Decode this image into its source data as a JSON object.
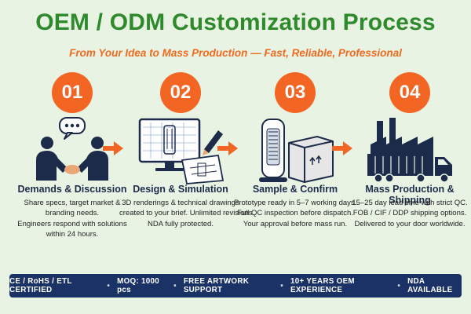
{
  "header": {
    "title": "OEM / ODM Customization Process",
    "subtitle": "From Your Idea to Mass Production — Fast, Reliable, Professional"
  },
  "colors": {
    "title_green": "#2f8a2c",
    "accent_orange": "#f26522",
    "navy": "#1a3266",
    "background": "#e9f3e4"
  },
  "steps": [
    {
      "number": "01",
      "title": "Demands & Discussion",
      "icon": "handshake-chat-icon",
      "lines": [
        "Share specs, target market &",
        "branding needs.",
        "Engineers respond with solutions",
        "within 24 hours."
      ]
    },
    {
      "number": "02",
      "title": "Design & Simulation",
      "icon": "monitor-blueprint-icon",
      "lines": [
        "3D renderings & technical drawings",
        "created to your brief. Unlimited revisions.",
        "NDA fully protected."
      ]
    },
    {
      "number": "03",
      "title": "Sample & Confirm",
      "icon": "heater-box-icon",
      "lines": [
        "Prototype ready in 5–7 working days.",
        "Full QC inspection before dispatch.",
        "Your approval before mass run."
      ]
    },
    {
      "number": "04",
      "title": "Mass Production & Shipping",
      "icon": "factory-truck-icon",
      "lines": [
        "15–25 day lead time with strict QC.",
        "FOB / CIF / DDP shipping options.",
        "Delivered to your door worldwide."
      ]
    }
  ],
  "footer": {
    "items": [
      "CE / RoHS / ETL CERTIFIED",
      "MOQ: 1000 pcs",
      "FREE ARTWORK SUPPORT",
      "10+ YEARS OEM EXPERIENCE",
      "NDA AVAILABLE"
    ],
    "separator": "•"
  }
}
